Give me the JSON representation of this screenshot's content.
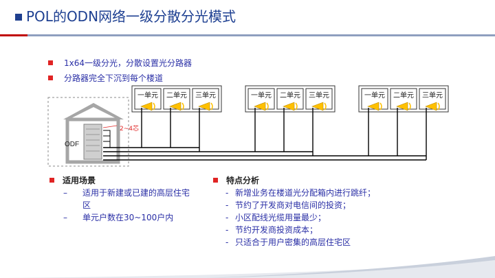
{
  "title": "POL的ODN网络一级分散分光模式",
  "bullets": [
    "1x64一级分光，分散设置光分路器",
    "分路器完全下沉到每个楼道"
  ],
  "diagram": {
    "buildings": [
      {
        "units": [
          "一单元",
          "二单元",
          "三单元"
        ]
      },
      {
        "units": [
          "一单元",
          "二单元",
          "三单元"
        ]
      },
      {
        "units": [
          "一单元",
          "二单元",
          "三单元"
        ]
      }
    ],
    "odf_label": "ODF",
    "core_label": "2~4芯",
    "colors": {
      "splitter": "#ffc000",
      "fiber": "#000000",
      "core_label": "#e02424",
      "house": "#9a9a9a"
    }
  },
  "applicable": {
    "heading": "适用场景",
    "items": [
      "适用于新建或已建的高层住宅",
      "区",
      "单元户数在30~100户内"
    ]
  },
  "features": {
    "heading": "特点分析",
    "items": [
      "新增业务在楼道光分配箱内进行跳纤；",
      "节约了开发商对电信间的投资；",
      "小区配线光缆用量最少；",
      "节约开发商投资成本；",
      "只适合于用户密集的高层住宅区"
    ]
  }
}
